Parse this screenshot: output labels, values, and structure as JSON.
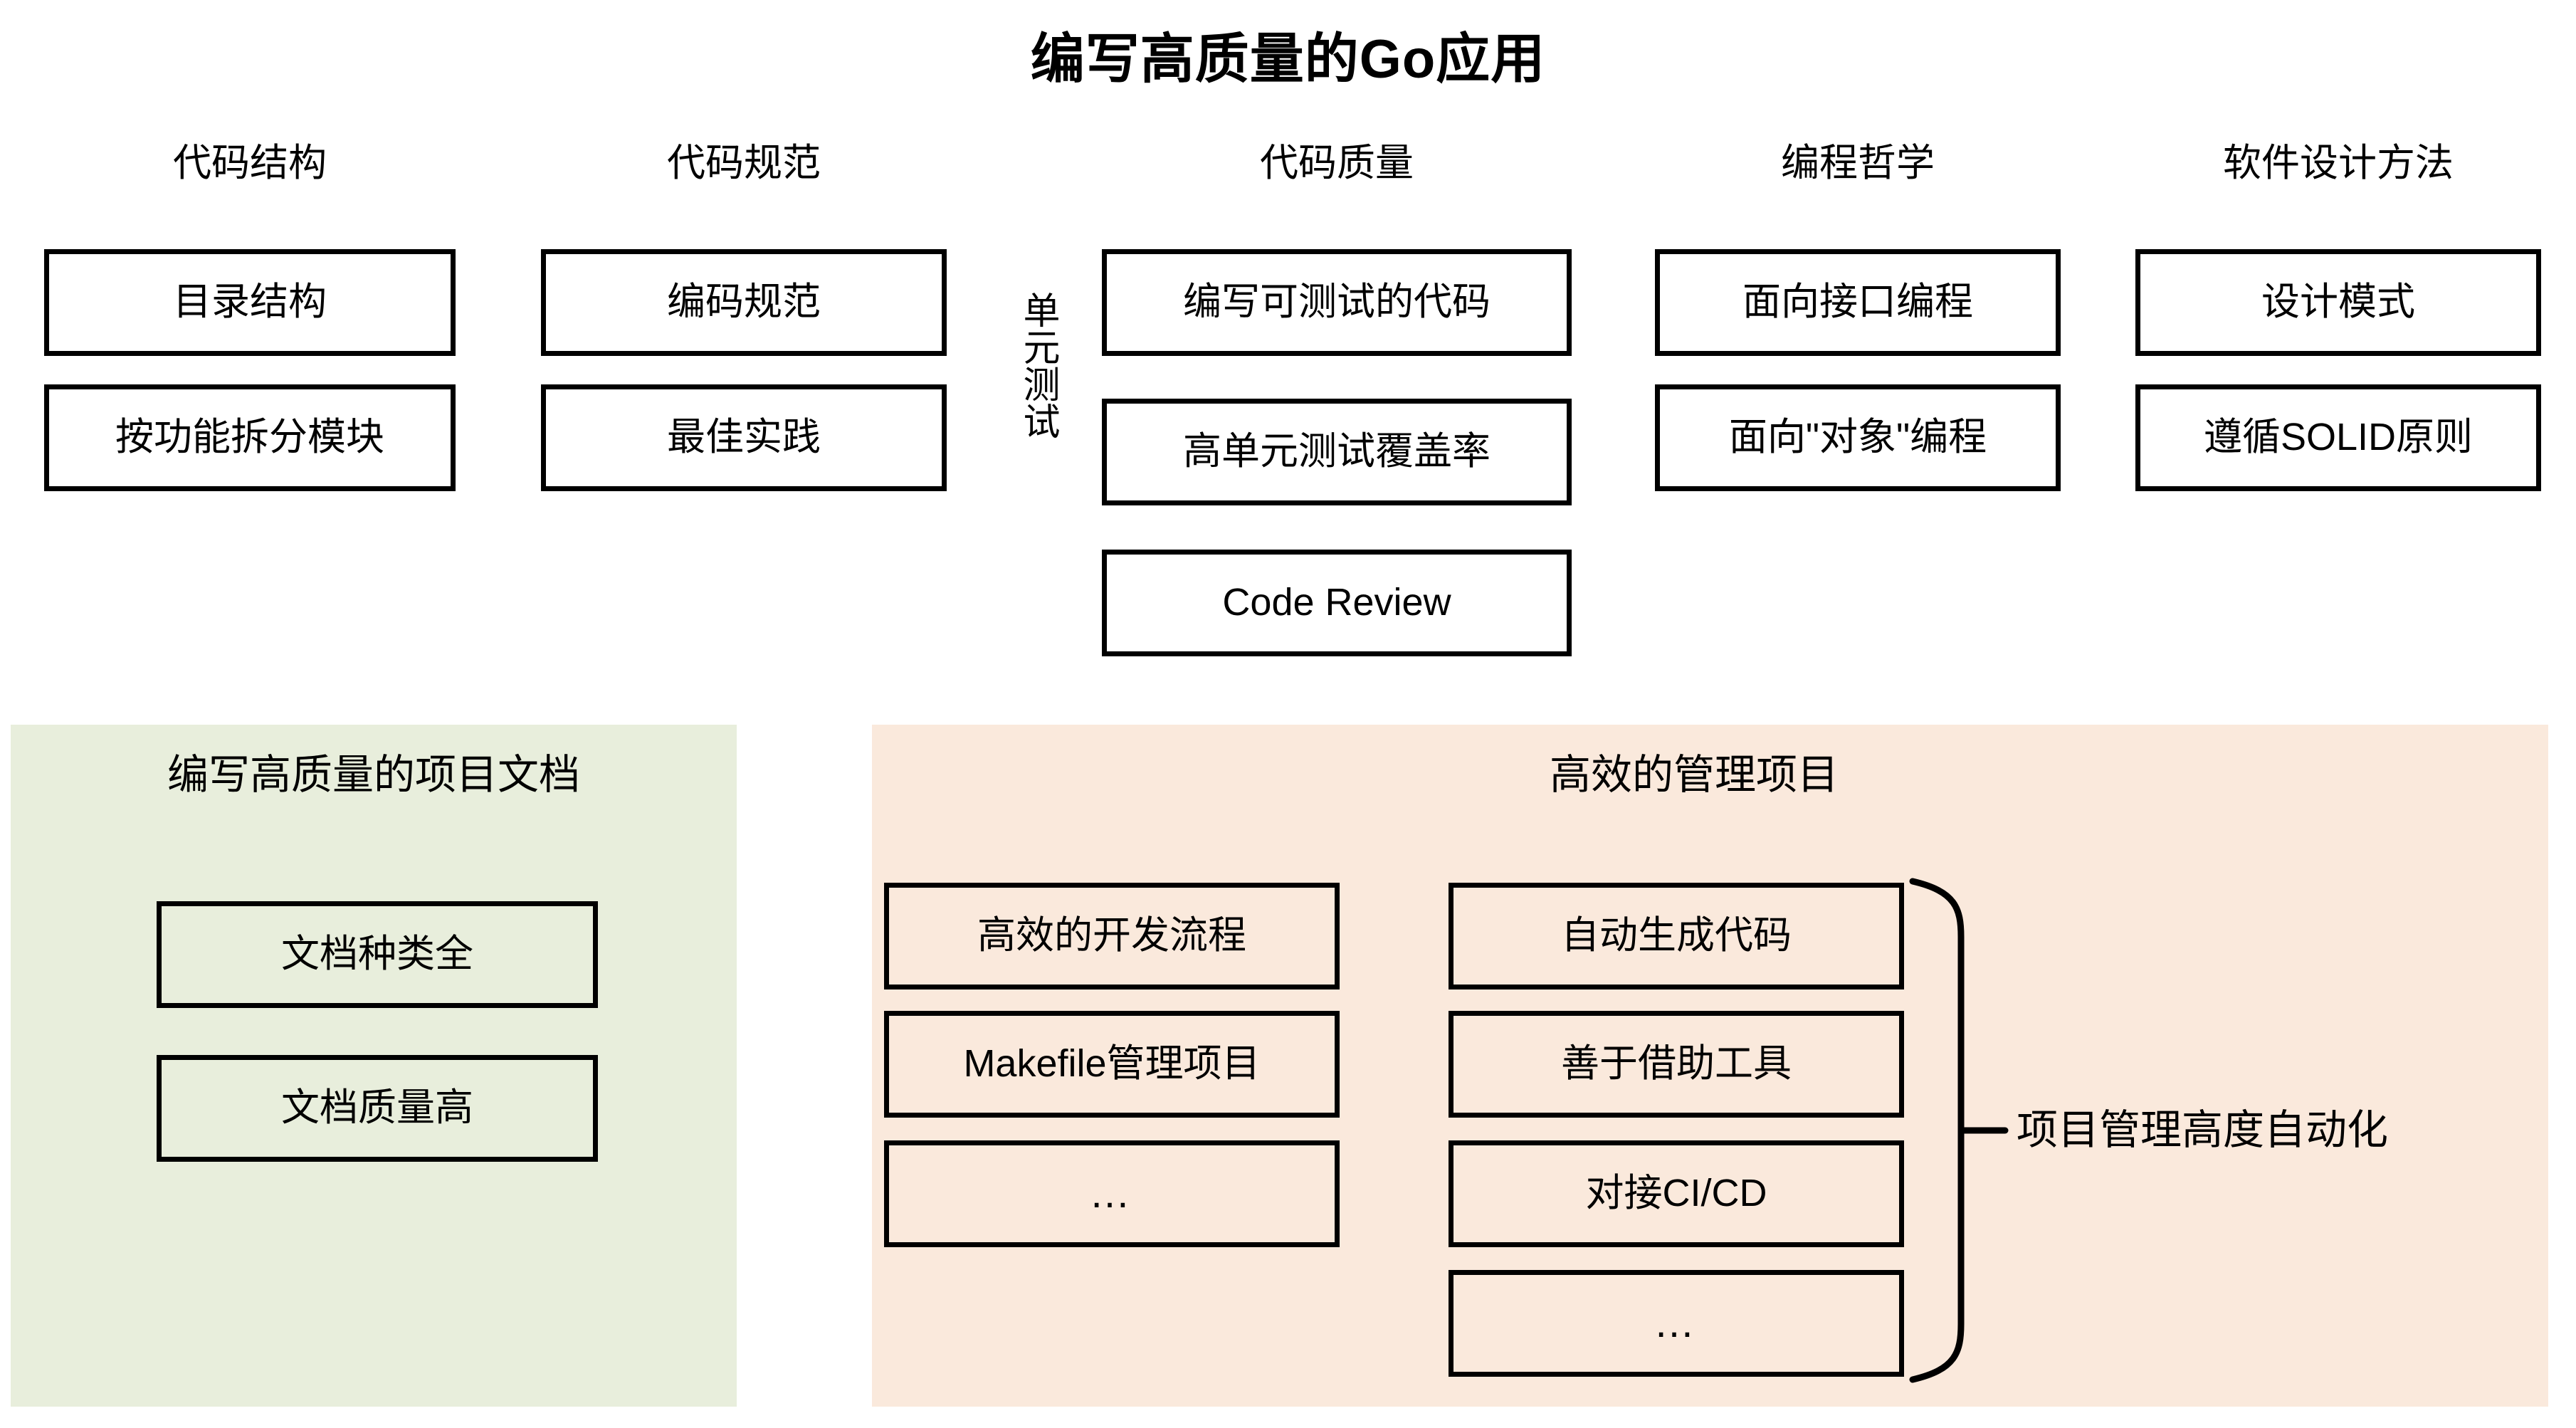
{
  "title": "编写高质量的Go应用",
  "columns": [
    {
      "header": "代码结构",
      "items": [
        "目录结构",
        "按功能拆分模块"
      ]
    },
    {
      "header": "代码规范",
      "items": [
        "编码规范",
        "最佳实践"
      ]
    },
    {
      "header": "代码质量",
      "side_label": "单元测试",
      "items": [
        "编写可测试的代码",
        "高单元测试覆盖率",
        "Code Review"
      ]
    },
    {
      "header": "编程哲学",
      "items": [
        "面向接口编程",
        "面向\"对象\"编程"
      ]
    },
    {
      "header": "软件设计方法",
      "items": [
        "设计模式",
        "遵循SOLID原则"
      ]
    }
  ],
  "panels": [
    {
      "title": "编写高质量的项目文档",
      "color": "#e8eedc",
      "items": [
        "文档种类全",
        "文档质量高"
      ]
    },
    {
      "title": "高效的管理项目",
      "color": "#fae9dc",
      "left_items": [
        "高效的开发流程",
        "Makefile管理项目",
        "…"
      ],
      "right_items": [
        "自动生成代码",
        "善于借助工具",
        "对接CI/CD",
        "…"
      ],
      "brace_label": "项目管理高度自动化"
    }
  ],
  "colors": {
    "stroke": "#000000",
    "background": "#ffffff",
    "green_panel": "#e8eedc",
    "orange_panel": "#fae9dc"
  }
}
